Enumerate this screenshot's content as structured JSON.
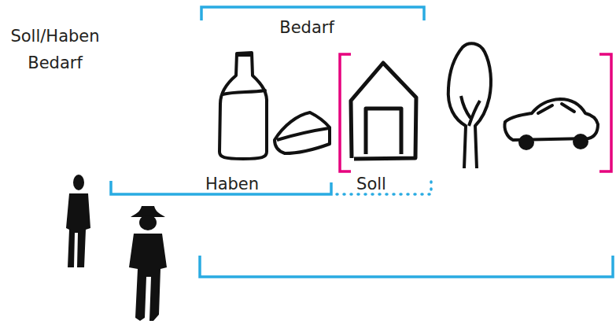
{
  "diagram": {
    "title": "Soll/Haben Bedarf",
    "labels": [
      "Bedarf",
      "Haben",
      "Soll"
    ]
  }
}
